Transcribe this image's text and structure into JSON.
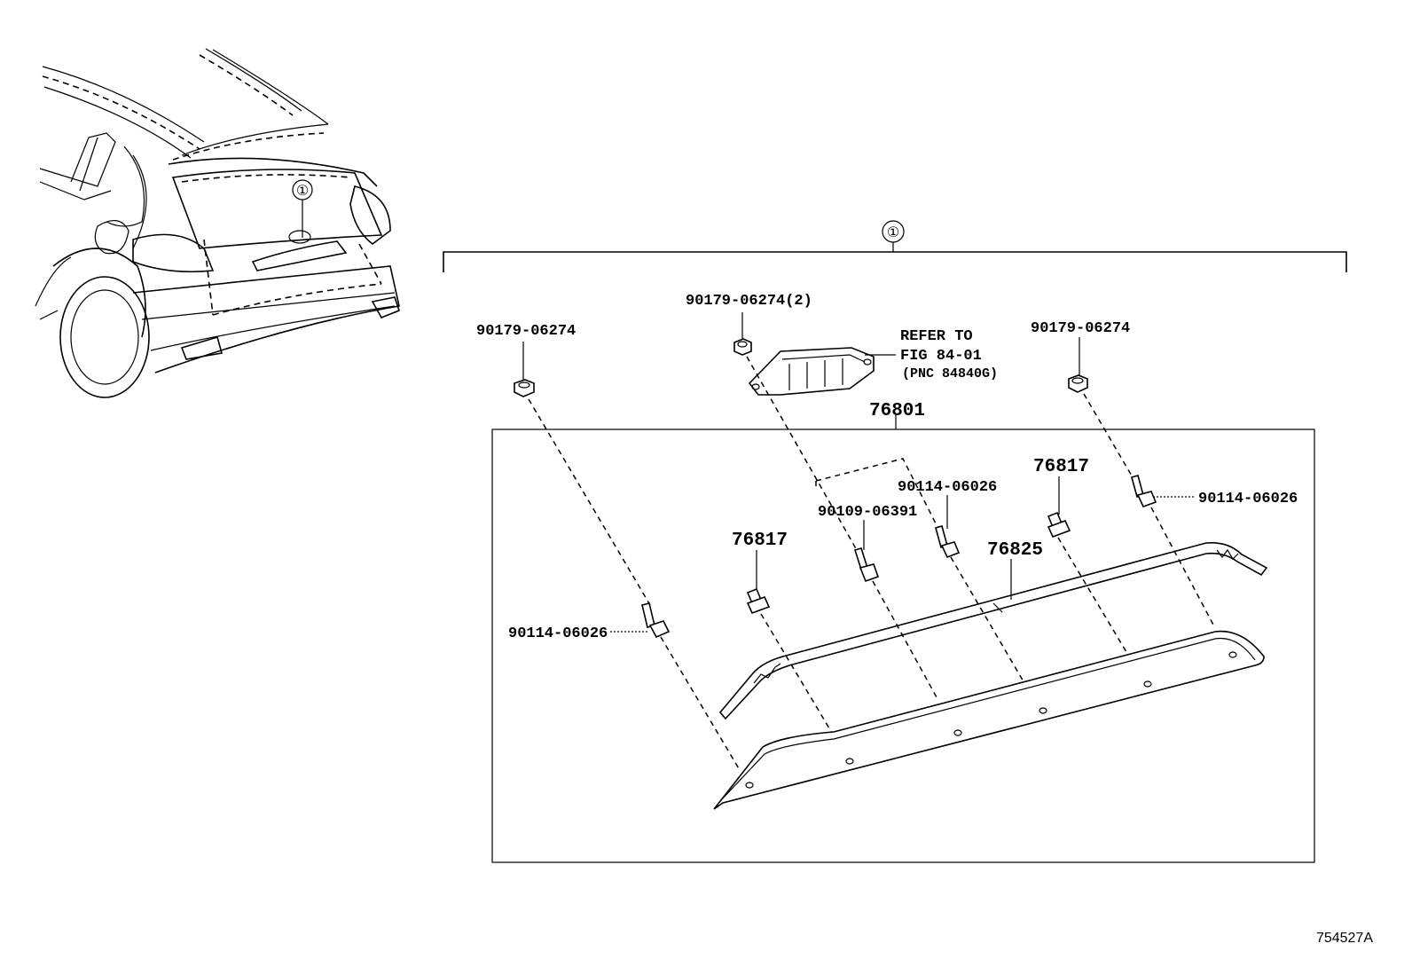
{
  "diagram": {
    "callout_symbol": "①",
    "assembly_number": "76801",
    "parts": {
      "nut_left": "90179-06274",
      "nut_center": "90179-06274(2)",
      "nut_right": "90179-06274",
      "bolt_left": "90114-06026",
      "bolt_center": "90114-06026",
      "bolt_right": "90114-06026",
      "screw_center": "90109-06391",
      "clip_left": "76817",
      "clip_right": "76817",
      "garnish": "76825"
    },
    "reference": {
      "line1": "REFER TO",
      "line2": "FIG 84-01",
      "line3": "(PNC 84840G)"
    },
    "figure_id": "754527A"
  }
}
